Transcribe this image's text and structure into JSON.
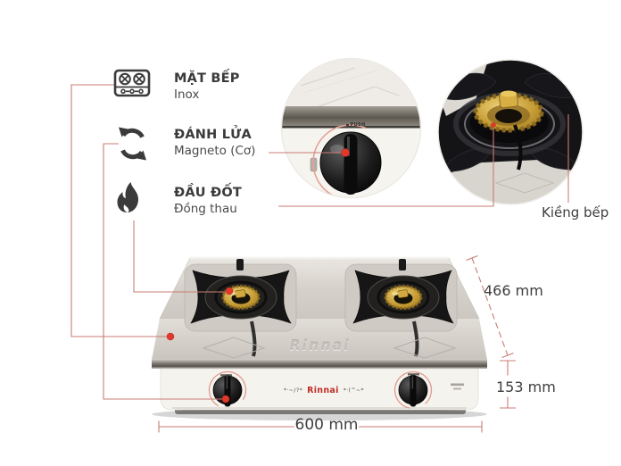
{
  "features": [
    {
      "icon": "stovetop-icon",
      "title": "MẶT BẾP",
      "subtitle": "Inox"
    },
    {
      "icon": "ignition-icon",
      "title": "ĐÁNH LỬA",
      "subtitle": "Magneto (Cơ)"
    },
    {
      "icon": "burner-flame-icon",
      "title": "ĐẦU ĐỐT",
      "subtitle": "Đồng thau"
    }
  ],
  "callouts": {
    "grate": "Kiềng bếp"
  },
  "dimensions": {
    "depth": "466 mm",
    "height": "153 mm",
    "width": "600 mm"
  },
  "product": {
    "brand": "Rinnai",
    "top_emboss": "Rinnai",
    "panel_marks_left": "*·~/?*",
    "panel_marks_right": "*·(^~*",
    "push_label": "PUSH"
  },
  "colors": {
    "connector_line": "#c87d73",
    "marker_dot": "#e2382c",
    "label_text": "#3a3a3a",
    "brand_red": "#bf2f26",
    "brass": "#c49a33",
    "steel": "#d6d1ca"
  }
}
